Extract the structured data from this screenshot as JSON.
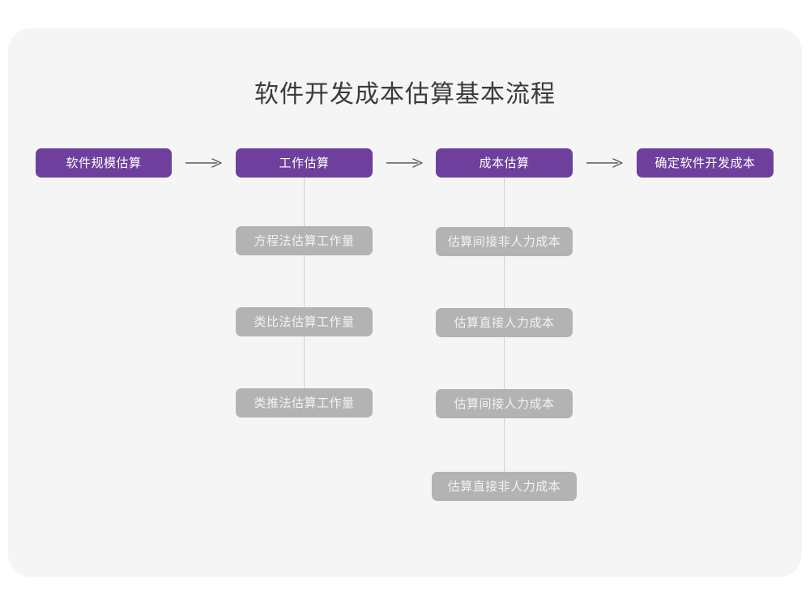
{
  "diagram": {
    "title": "软件开发成本估算基本流程",
    "colors": {
      "panel_background": "#f5f5f5",
      "page_background": "#ffffff",
      "primary_node": "#6f3f9e",
      "primary_node_text": "#ffffff",
      "secondary_node": "#b3b3b3",
      "secondary_node_text": "#f2f2f2",
      "connector": "#cfcfcf",
      "arrow": "#595959",
      "title_text": "#3b3b3b"
    },
    "main_flow": [
      {
        "id": "scale",
        "label": "软件规模估算"
      },
      {
        "id": "effort",
        "label": "工作估算"
      },
      {
        "id": "cost",
        "label": "成本估算"
      },
      {
        "id": "final",
        "label": "确定软件开发成本"
      }
    ],
    "arrows": [
      {
        "id": "arrow-1",
        "glyph": "arrow-right-icon"
      },
      {
        "id": "arrow-2",
        "glyph": "arrow-right-icon"
      },
      {
        "id": "arrow-3",
        "glyph": "arrow-right-icon"
      }
    ],
    "branches": [
      {
        "parent": "effort",
        "items": [
          {
            "label": "方程法估算工作量"
          },
          {
            "label": "类比法估算工作量"
          },
          {
            "label": "类推法估算工作量"
          }
        ]
      },
      {
        "parent": "cost",
        "items": [
          {
            "label": "估算间接非人力成本"
          },
          {
            "label": "估算直接人力成本"
          },
          {
            "label": "估算间接人力成本"
          },
          {
            "label": "估算直接非人力成本"
          }
        ]
      }
    ]
  }
}
